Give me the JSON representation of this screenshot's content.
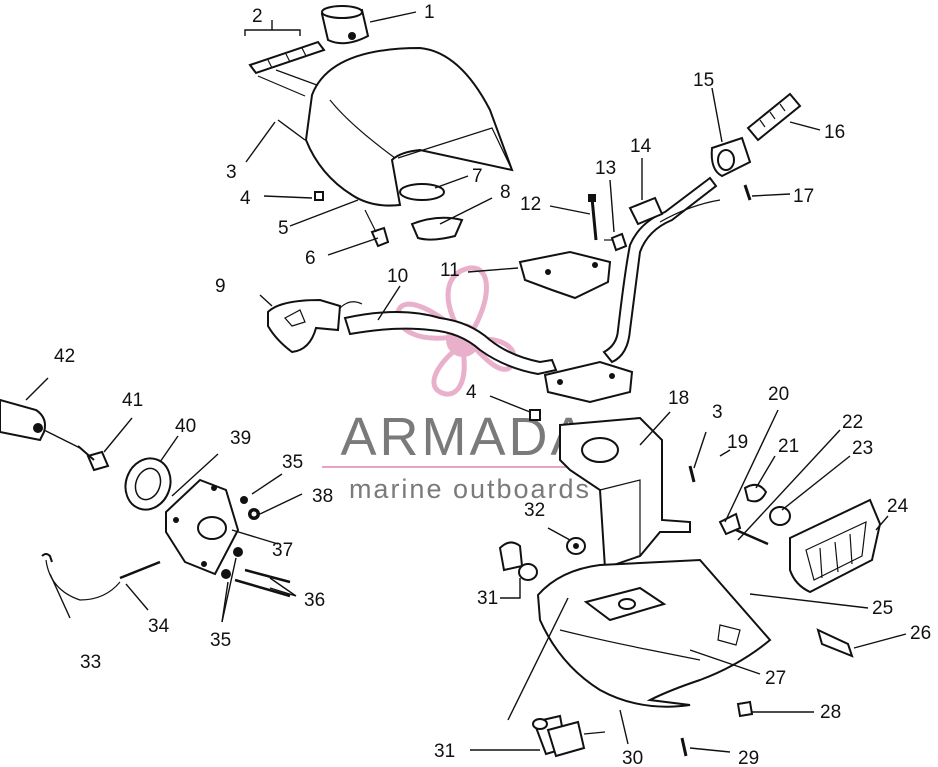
{
  "watermark": {
    "brand": "ARMADA",
    "tagline": "marine outboards",
    "color_text": "#7a7a7a",
    "color_logo": "#e6a3c2"
  },
  "callouts": [
    {
      "id": "c1",
      "text": "1"
    },
    {
      "id": "c2",
      "text": "2"
    },
    {
      "id": "c3a",
      "text": "3"
    },
    {
      "id": "c4a",
      "text": "4"
    },
    {
      "id": "c5",
      "text": "5"
    },
    {
      "id": "c6",
      "text": "6"
    },
    {
      "id": "c7",
      "text": "7"
    },
    {
      "id": "c8",
      "text": "8"
    },
    {
      "id": "c9",
      "text": "9"
    },
    {
      "id": "c10",
      "text": "10"
    },
    {
      "id": "c11",
      "text": "11"
    },
    {
      "id": "c12",
      "text": "12"
    },
    {
      "id": "c13",
      "text": "13"
    },
    {
      "id": "c14",
      "text": "14"
    },
    {
      "id": "c15",
      "text": "15"
    },
    {
      "id": "c16",
      "text": "16"
    },
    {
      "id": "c17",
      "text": "17"
    },
    {
      "id": "c18",
      "text": "18"
    },
    {
      "id": "c3b",
      "text": "3"
    },
    {
      "id": "c19",
      "text": "19"
    },
    {
      "id": "c20",
      "text": "20"
    },
    {
      "id": "c21",
      "text": "21"
    },
    {
      "id": "c22",
      "text": "22"
    },
    {
      "id": "c23",
      "text": "23"
    },
    {
      "id": "c24",
      "text": "24"
    },
    {
      "id": "c25",
      "text": "25"
    },
    {
      "id": "c26",
      "text": "26"
    },
    {
      "id": "c27",
      "text": "27"
    },
    {
      "id": "c28",
      "text": "28"
    },
    {
      "id": "c29",
      "text": "29"
    },
    {
      "id": "c30",
      "text": "30"
    },
    {
      "id": "c31a",
      "text": "31"
    },
    {
      "id": "c31b",
      "text": "31"
    },
    {
      "id": "c32",
      "text": "32"
    },
    {
      "id": "c33",
      "text": "33"
    },
    {
      "id": "c34",
      "text": "34"
    },
    {
      "id": "c35a",
      "text": "35"
    },
    {
      "id": "c35b",
      "text": "35"
    },
    {
      "id": "c36",
      "text": "36"
    },
    {
      "id": "c37",
      "text": "37"
    },
    {
      "id": "c38",
      "text": "38"
    },
    {
      "id": "c39",
      "text": "39"
    },
    {
      "id": "c40",
      "text": "40"
    },
    {
      "id": "c41",
      "text": "41"
    },
    {
      "id": "c42",
      "text": "42"
    },
    {
      "id": "c4b",
      "text": "4"
    }
  ]
}
